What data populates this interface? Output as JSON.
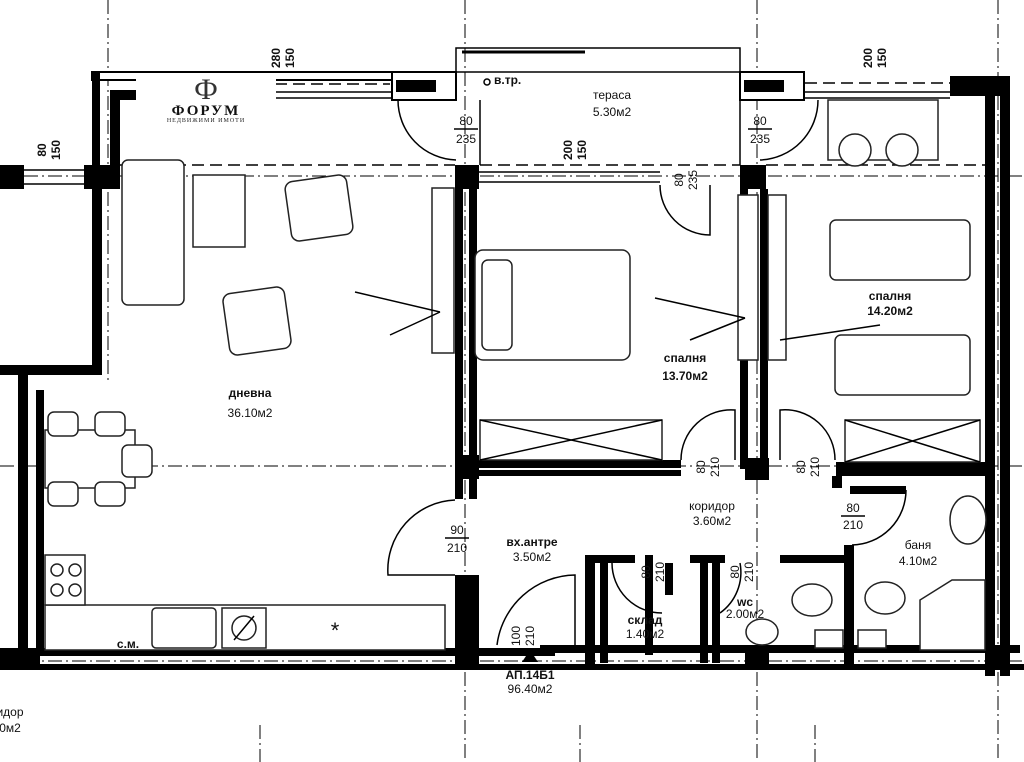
{
  "logo": {
    "glyph": "Ф",
    "name": "ФОРУМ",
    "subtitle": "НЕДВИЖИМИ ИМОТИ"
  },
  "rooms": {
    "terrace": {
      "name": "тераса",
      "area": "5.30м2"
    },
    "living": {
      "name": "дневна",
      "area": "36.10м2"
    },
    "bedroom1": {
      "name": "спалня",
      "area": "13.70м2"
    },
    "bedroom2": {
      "name": "спалня",
      "area": "14.20м2"
    },
    "corridor": {
      "name": "коридор",
      "area": "3.60м2"
    },
    "bathroom": {
      "name": "баня",
      "area": "4.10м2"
    },
    "entrance": {
      "name": "вх.антре",
      "area": "3.50м2"
    },
    "storage": {
      "name": "склад",
      "area": "1.40м2"
    },
    "wc": {
      "name": "wc",
      "area": "2.00м2"
    },
    "left_corridor": {
      "name": "идор",
      "area": "0м2"
    }
  },
  "apartment": {
    "name": "АП.14Б1",
    "area": "96.40м2"
  },
  "annotations": {
    "vent": "в.тр.",
    "washing_machine": "с.м."
  },
  "dimensions": {
    "win_living_top": [
      "280",
      "150"
    ],
    "win_left": [
      "80",
      "150"
    ],
    "door_terrace_left": [
      "80",
      "235"
    ],
    "door_terrace_right": [
      "80",
      "235"
    ],
    "win_terrace": [
      "200",
      "150"
    ],
    "win_bedroom2_top": [
      "200",
      "150"
    ],
    "door_bedroom1_terrace": [
      "80",
      "235"
    ],
    "door_bedroom1": [
      "80",
      "210"
    ],
    "door_bedroom2": [
      "80",
      "210"
    ],
    "door_bathroom": [
      "80",
      "210"
    ],
    "door_living": [
      "90",
      "210"
    ],
    "door_storage": [
      "80",
      "210"
    ],
    "door_wc": [
      "80",
      "210"
    ],
    "door_entrance": [
      "100",
      "210"
    ]
  }
}
